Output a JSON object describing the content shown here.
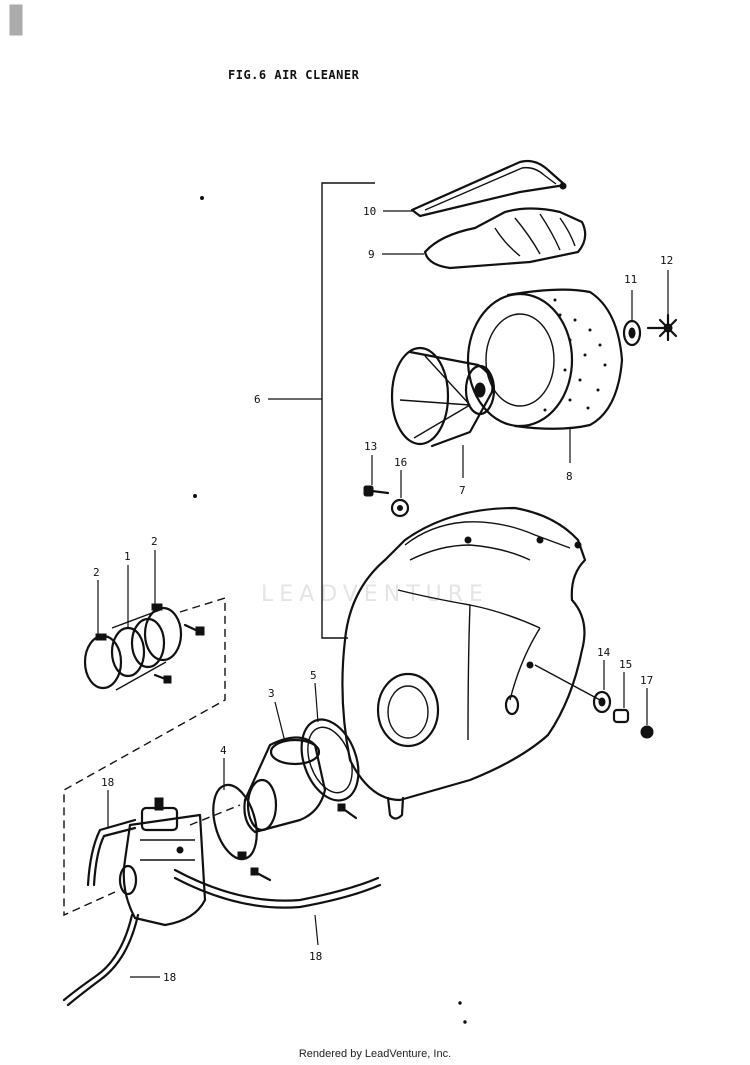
{
  "title": "FIG.6 AIR CLEANER",
  "watermark": "LEADVENTURE",
  "footer": "Rendered by LeadVenture, Inc.",
  "callouts": {
    "c1": "1",
    "c2a": "2",
    "c2b": "2",
    "c3": "3",
    "c4": "4",
    "c5": "5",
    "c6": "6",
    "c7": "7",
    "c8": "8",
    "c9": "9",
    "c10": "10",
    "c11": "11",
    "c12": "12",
    "c13": "13",
    "c14": "14",
    "c15": "15",
    "c16": "16",
    "c17": "17",
    "c18a": "18",
    "c18b": "18",
    "c18c": "18"
  }
}
